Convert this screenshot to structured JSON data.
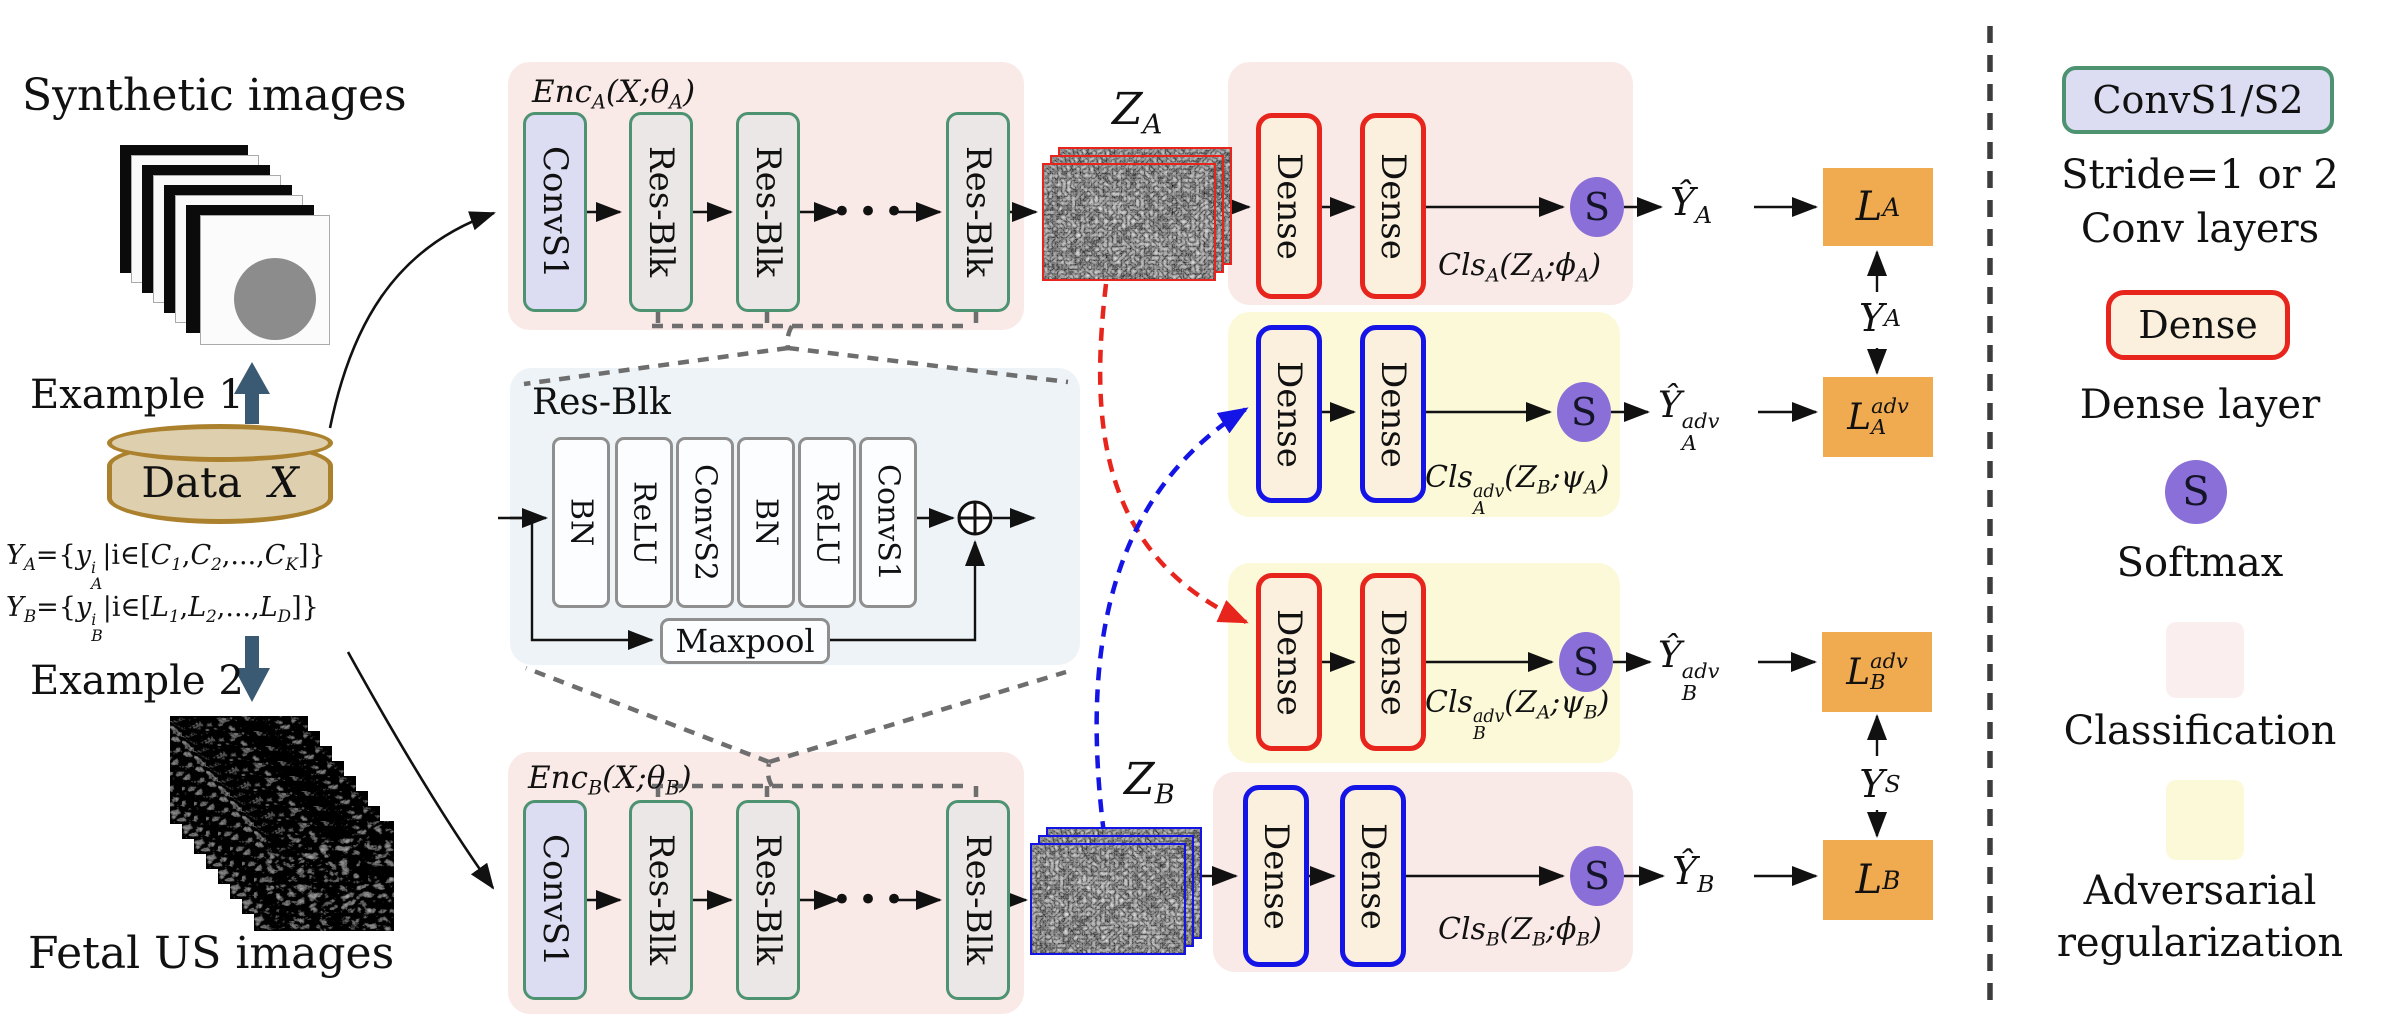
{
  "colors": {
    "panel_pink": "#f9e9e7",
    "panel_yellow": "#fbf9d8",
    "panel_blue": "#edf3f7",
    "conv_fill": "#dcdcf2",
    "block_border_green": "#4e9371",
    "resblk_fill": "#eae7e6",
    "dense_fill": "#faf0dd",
    "dense_border_red": "#e8251d",
    "dense_border_blue": "#1414e6",
    "softmax_purple": "#8b6fd8",
    "loss_orange": "#f0aa50",
    "arrow_slate": "#3a5a73",
    "cylinder_fill": "#decfae",
    "cylinder_border": "#ab812e"
  },
  "left": {
    "synthetic_title": "Synthetic images",
    "example1": "Example 1",
    "data_word": "Data",
    "data_var": "X",
    "formula_a": {
      "p1": "Y",
      "p2": "A",
      "p3": "={",
      "p4": "y",
      "p5": "i",
      "p6": "A",
      "p7": "|i∈[",
      "p8": "C",
      "p9": "1",
      "p10": ",",
      "p11": "C",
      "p12": "2",
      "p13": ",...,",
      "p14": "C",
      "p15": "K",
      "p16": "]}"
    },
    "formula_b": {
      "p1": "Y",
      "p2": "B",
      "p3": "={",
      "p4": "y",
      "p5": "i",
      "p6": "B",
      "p7": "|i∈[",
      "p8": "L",
      "p9": "1",
      "p10": ",",
      "p11": "L",
      "p12": "2",
      "p13": ",...,",
      "p14": "L",
      "p15": "D",
      "p16": "]}"
    },
    "example2": "Example 2",
    "fetal_title": "Fetal US images"
  },
  "encoder_a": {
    "label": {
      "fn": "Enc",
      "sub": "A",
      "mid": "(X;θ",
      "sub2": "A",
      "end": ")"
    },
    "conv": "ConvS1",
    "res1": "Res-Blk",
    "res2": "Res-Blk",
    "res3": "Res-Blk",
    "dots": "•••"
  },
  "encoder_b": {
    "label": {
      "fn": "Enc",
      "sub": "B",
      "mid": "(X;θ",
      "sub2": "B",
      "end": ")"
    },
    "conv": "ConvS1",
    "res1": "Res-Blk",
    "res2": "Res-Blk",
    "res3": "Res-Blk",
    "dots": "•••"
  },
  "resblock": {
    "title": "Res-Blk",
    "l1": "BN",
    "l2": "ReLU",
    "l3": "ConvS2",
    "l4": "BN",
    "l5": "ReLU",
    "l6": "ConvS1",
    "maxpool": "Maxpool"
  },
  "features": {
    "za": {
      "base": "Z",
      "sub": "A"
    },
    "zb": {
      "base": "Z",
      "sub": "B"
    }
  },
  "heads": [
    {
      "dense": "Dense",
      "softmax": "S",
      "cls": {
        "fn": "Cls",
        "sub": "A",
        "mid": "(Z",
        "sub2": "A",
        "mid2": ";ϕ",
        "sub3": "A",
        "end": ")"
      },
      "yhat": {
        "base": "Ŷ",
        "sub": "A"
      },
      "loss": {
        "base": "L",
        "sub": "A"
      }
    },
    {
      "dense": "Dense",
      "softmax": "S",
      "cls": {
        "fn": "Cls",
        "sup": "adv",
        "sub": "A",
        "mid": "(Z",
        "sub2": "B",
        "mid2": ";ψ",
        "sub3": "A",
        "end": ")"
      },
      "yhat": {
        "base": "Ŷ",
        "sup": "adv",
        "sub": "A"
      },
      "loss": {
        "base": "L",
        "sup": "adv",
        "sub": "A"
      }
    },
    {
      "dense": "Dense",
      "softmax": "S",
      "cls": {
        "fn": "Cls",
        "sup": "adv",
        "sub": "B",
        "mid": "(Z",
        "sub2": "A",
        "mid2": ";ψ",
        "sub3": "B",
        "end": ")"
      },
      "yhat": {
        "base": "Ŷ",
        "sup": "adv",
        "sub": "B"
      },
      "loss": {
        "base": "L",
        "sup": "adv",
        "sub": "B"
      }
    },
    {
      "dense": "Dense",
      "softmax": "S",
      "cls": {
        "fn": "Cls",
        "sub": "B",
        "mid": "(Z",
        "sub2": "B",
        "mid2": ";ϕ",
        "sub3": "B",
        "end": ")"
      },
      "yhat": {
        "base": "Ŷ",
        "sub": "B"
      },
      "loss": {
        "base": "L",
        "sub": "B"
      }
    }
  ],
  "targets": {
    "ya": {
      "base": "Y",
      "sub": "A"
    },
    "ys": {
      "base": "Y",
      "sub": "S"
    }
  },
  "legend": {
    "conv_box": "ConvS1/S2",
    "conv_line1": "Stride=1 or 2",
    "conv_line2": "Conv layers",
    "dense_box": "Dense",
    "dense_line": "Dense layer",
    "softmax_symbol": "S",
    "softmax_line": "Softmax",
    "classification_line": "Classification",
    "adversarial_line1": "Adversarial",
    "adversarial_line2": "regularization"
  }
}
